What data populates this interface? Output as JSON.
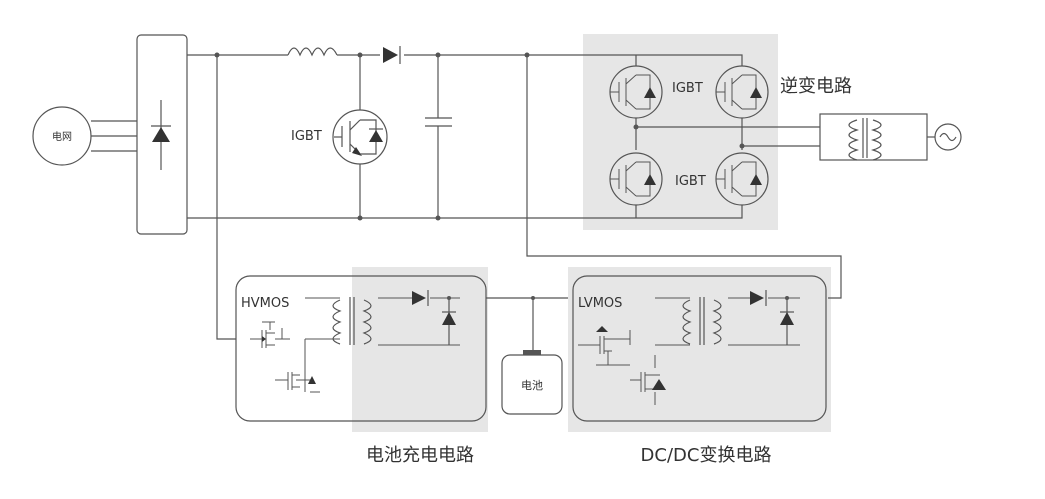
{
  "grid_label": "电网",
  "igbt_labels": [
    "IGBT",
    "IGBT",
    "IGBT"
  ],
  "inverter_label": "逆变电路",
  "hvmos_label": "HVMOS",
  "lvmos_label": "LVMOS",
  "battery_label": "电池",
  "charging_label": "电池充电电路",
  "dcdc_label": "DC/DC变换电路"
}
